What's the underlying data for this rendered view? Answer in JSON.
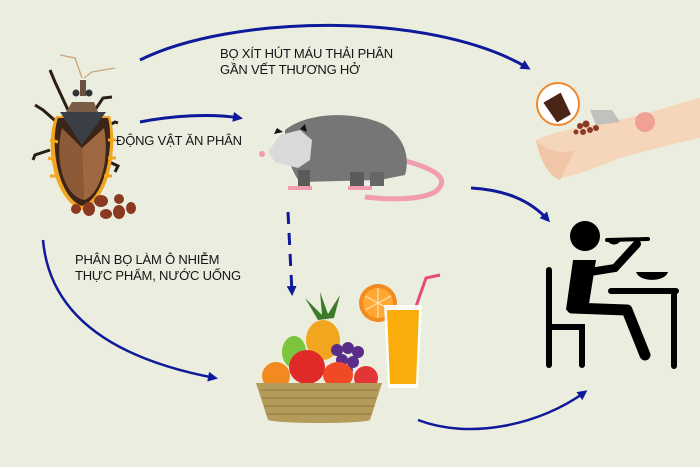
{
  "diagram": {
    "title": "Chagas disease transmission routes",
    "colors": {
      "background": "#ebeedf",
      "arrow": "#0e1a9a",
      "text": "#151515"
    },
    "nodes": {
      "bug": {
        "icon": "kissing-bug-icon"
      },
      "opossum": {
        "icon": "opossum-icon"
      },
      "arm": {
        "icon": "bitten-arm-icon"
      },
      "food": {
        "icon": "fruit-basket-juice-icon"
      },
      "person": {
        "icon": "person-eating-icon"
      }
    },
    "labels": {
      "bite_line1": "BỌ XÍT HÚT MÁU THẢI PHÂN",
      "bite_line2": "GẦN VẾT THƯƠNG HỞ",
      "animal": "ĐỘNG VẬT ĂN PHÂN",
      "food_line1": "PHÂN BỌ LÀM Ô NHIỄM",
      "food_line2": "THỰC PHẨM, NƯỚC UỐNG"
    },
    "edges": [
      {
        "from": "bug",
        "to": "arm",
        "style": "solid"
      },
      {
        "from": "bug",
        "to": "opossum",
        "style": "solid"
      },
      {
        "from": "bug",
        "to": "food",
        "style": "solid"
      },
      {
        "from": "opossum",
        "to": "food",
        "style": "dashed"
      },
      {
        "from": "opossum",
        "to": "person",
        "style": "solid"
      },
      {
        "from": "food",
        "to": "person",
        "style": "solid"
      }
    ]
  }
}
